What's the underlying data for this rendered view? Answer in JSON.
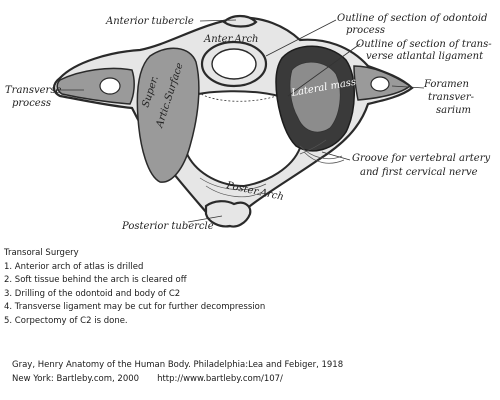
{
  "figure": {
    "labels": {
      "anterior_tubercle": "Anterior tubercle",
      "anterior_arch": "Anter.Arch",
      "superior_articular_surface_1": "Super.",
      "superior_articular_surface_2": "Artic.Surface",
      "lateral_mass": "Lateral mass",
      "posterior_arch": "Poster.Arch",
      "posterior_tubercle": "Posterior tubercle",
      "transverse_process_1": "Transverse",
      "transverse_process_2": "process",
      "foramen_transversarium_1": "Foramen",
      "foramen_transversarium_2": "transver-",
      "foramen_transversarium_3": "sarium",
      "odontoid_outline_1": "Outline of section of odontoid",
      "odontoid_outline_2": "process",
      "ligament_outline_1": "Outline of section of trans-",
      "ligament_outline_2": "verse atlantal ligament",
      "groove_1": "Groove for vertebral artery",
      "groove_2": "and first cervical nerve"
    }
  },
  "procedure": {
    "title": "Transoral Surgery",
    "steps": [
      "1. Anterior arch of atlas is drilled",
      "2. Soft tissue behind the arch is cleared off",
      "3. Drilling of the odontoid and body of C2",
      "4. Transverse ligament may be cut for further decompression",
      "5. Corpectomy of C2 is done."
    ]
  },
  "citation": {
    "line1": "Gray, Henry  Anatomy of the Human Body. Philadelphia:Lea and Febiger, 1918",
    "line2_a": "New York: Bartleby.com, 2000",
    "line2_b": "http://www.bartleby.com/107/"
  }
}
